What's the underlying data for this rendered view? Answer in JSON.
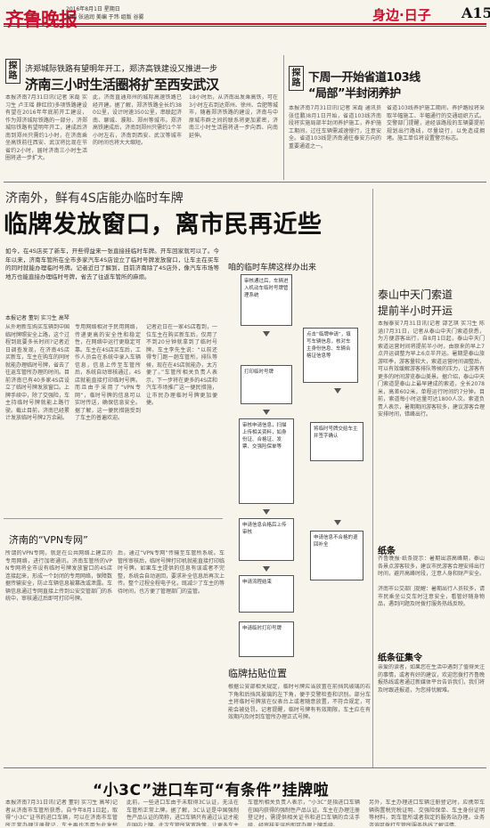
{
  "masthead": {
    "logo": "齐鲁晚报",
    "meta_line1": "2016年8月1日  星期日",
    "meta_line2": "编辑 张涵润  美编 于玮  组版 谷雾",
    "section": "身边·日子",
    "page": "A15"
  },
  "story1": {
    "tag": "探路",
    "kicker": "济郑城际铁路有望明年开工，郑济高铁建设又推进一步",
    "headline": "济南三小时生活圈将扩至西安武汉",
    "col1": "本报济南7月31日讯(记者 宋磊 实习生 卢王瑶 薛红欣)多项铁路建设有望在2016年年底前开工建设，作为郑济城际铁路的一部分，济郑城际铁路有望明年开工，建成后济南到郑州只需约1小时，在济南乘坐高铁前往西安、武汉将比现在节省约2小时，届时济南三小时生活圈将进一步扩大。",
    "col2": "此，济南直通郑州的城际高速铁路已经开建。据了解，郑济铁路全长约380公里，设计时速350公里，串联起济南、聊城、濮阳、郑州等城市。郑济高铁建成后，济南到郑州只需约1个半小时左右，济南到西安、武汉等城市的时间也将大大缩短。",
    "col3": "18小时后，从济南出发乘高铁，可在3小时左右到达郑州、徐州、合肥等城市，随着郑济铁路的建设，济南与中原城市群之间的联系将更加紧密，济南三小时生活圈将进一步向西、向南延伸。"
  },
  "story2": {
    "tag": "探路",
    "headline_l1": "下周一开始省道103线",
    "headline_l2": "“局部”半封闭养护",
    "col1": "本报济南7月31日讯(记者 宋磊 通讯员 张佳鹏)8月1日开始，省道103线济南段将实施局部半封闭养护施工，养护施工期间，过往车辆需减速慢行，注意安全。省道103线是济南通往泰安方向的重要通道之一。",
    "col2": "省道103线养护施工期间，养护路段将采取半幅施工、半幅通行的交通组织方式。交警部门提醒，途经该路段的车辆要提前规划出行路线，尽量绕行，以免造成拥堵。施工单位将设置警示标志。"
  },
  "feature": {
    "kicker": "济南外，鲜有4S店能办临时车牌",
    "title": "临牌发放窗口，离市民再近些",
    "lead": "如今，在4S店买了新车，开些得益来一张直接挂临时车牌。开车回家就可以了。今年以来，济南车管所在全市多家汽车4S店设立了临时号牌发放窗口，让车主在买车的同时就能办理临时号牌。记者近日了解到，目前济南除了4S店外，像汽车市场等地方也能直接办理临时号牌，省去了往返车管所的麻烦。",
    "byline": "本报记者 董钊 实习生 高琴",
    "col1": "从外地新车购买车辆到中国临时牌照安全上路，这个过程到底要多长时间?记者近日调查发现，在济南4S店买新车，车主在购车的同时就能办理临时号牌，省去了往返车管所办理的时间。目前济南已有40多家4S店设立了临时号牌发放窗口。上牌手续中，除了交强险，车主持临时号牌就能上路行驶。截止目前，济南已经累计发放临时号牌2万余副。",
    "col2": "专用网络相对于民用网络，传递更高的安全性和稳定性，在网络中运行更稳定可靠。车主在4S店买车后，工作人员会在系统中录入车辆信息，信息上传至车管所后，系统自动审核通过，4S店就能直接打印临时号牌。而且由于采用了“VPN专网”，临时号牌的信息可以实时传送，确保信息安全。据了解，这一便民措施受到了车主的普遍欢迎。",
    "col3": "记者近日在一家4S店看到，一位车主在购买新车后，仅用了不到20分钟就拿到了临时号牌。车主李先生说：“以前还得专门跑一趟车管所，排队等候，现在在4S店就能办，太方便了。”车管所相关负责人表示，下一步将在更多的4S店和汽车市场推广这一便民措施，让市民办理临时号牌更加便捷。"
  },
  "diagram": {
    "title": "咱的临时车牌这样办出来",
    "steps": [
      "审核通过后，车辆进入机动车临时号牌管理系统",
      "打印临时号牌",
      "点击“临牌申请”，填写车辆信息，核对车主身份信息、车辆合格证信息等",
      "审核申请信息，扫描上传相关资料，如身份证、合格证、发票、交强险保单等",
      "将临时号牌交给车主并签字确认",
      "申请信息合格后上传审核",
      "申请信息不合格的退回补全",
      "申请流程结束",
      "申请临时打印号牌"
    ]
  },
  "vpn": {
    "title": "济南的“VPN专网”",
    "col1": "所谓的VPN专网，就是在公共网络上建立的专用网络，进行加密通讯。济南车管所的VPN专网将全市设有临时号牌发放窗口的4S店连接起来，形成一个封闭的专用网络，保障数据传输安全，防止车辆信息被篡改或泄露。车辆信息通过专网直接上传到公安交管部门的系统中，审核通过后即可打印号牌。",
    "col2": "后，通过“VPN专网”传输至车管所系统。车管所审核后，临时号牌打印机就能直接打印临时号牌。如果车主提供的信息有误或者不完整，系统会自动退回，要求补全信息后再次上传。整个过程全程电子化，既减少了车主的等待时间，也方便了管理部门的监管。"
  },
  "sidebar": {
    "headline_l1": "泰山中天门索道",
    "headline_l2": "提前半小时开运",
    "body": "本报泰安7月31日讯(记者 邵艺琪 实习生 陈涵)7月31日，记者从泰山中天门索道获悉，为方便游客出行，自8月1日起，泰山中天门索道运营时间将提前半小时，由原来的早上7点开运调整为早上6点半开运。暑期是泰山旅游旺季，游客量较大，索道运营时间调整后，可以有效缓解游客排队等候的压力，让游客有更多的时间游览泰山美景。据介绍，泰山中天门索道是泰山上最早建成的索道，全长2078米，高差602米，单程运行时间约7分钟。目前，索道每小时运量可达1800人次。索道负责人表示，暑期期间游客较多，建议游客合理安排时间，错峰出行。",
    "box_label": "纸条",
    "box_body": "齐鲁晚报·纸条提示：暑期出游高峰期，泰山各景点游客较多，建议市民游客合理安排出行时间，避开高峰时段，注意人身和财产安全。",
    "info_body": "济南市公交部门提醒：暑期出行人员较多，请市民乘坐公交车时注意安全，看管好随身物品，遇到问题及时拨打服务热线反映。",
    "section_label": "纸条征集令",
    "section_body": "亲爱的读者，如果您在生活中遇到了值得关注的事情，或者有好的建议，欢迎您拨打齐鲁晚报热线或者通过新媒体平台告诉我们，我们将及时跟进报道，为您排忧解难。"
  },
  "pickup": {
    "title": "临牌拈贴位置",
    "body": "根据公安部相关规定，临时号牌应当放置在前挡风玻璃的右下角和后挡风玻璃的左下角，便于交警检查和识别。部分车主将临时号牌放在仪表台上或者随意放置，不符合规定，可能会被处罚。记者提醒，临时号牌有有效期限，车主应在有效期内及时到车管所办理正式号牌。"
  },
  "bottom": {
    "title": "“小3C”进口车可“有条件”挂牌啦",
    "col1": "本报济南7月31日讯(记者 董钊 实习生 高琴)记者从济南市车管所获悉，自今年8月1日起，取得“小3C”证书的进口车辆，可以在济南市车管所正常办理注册登记，车主再也不用为此发愁了。",
    "col2": "此前，一些进口车由于未取得3C认证，无法在车管所正常上牌。据了解，3C认证是中国强制性产品认证的简称，进口车辆只有通过认证才能在国内上牌。此次车管所放宽政策，让更多车主受益。",
    "col3": "车管所相关负责人表示，“小3C”是指进口车辆在国内获得的强制性产品认证。车主在办理注册登记时，需提供相关证书和进口车辆的合法手续，经审核无误后即可办理上牌手续。",
    "col4": "另外，车主办理进口车辆注册登记时，应携带车辆购置税完税证明、交强险保单、车主身份证明等材料，到车管所或者指定的服务站办理。业务咨询可拨打车管所服务热线了解详情。"
  }
}
